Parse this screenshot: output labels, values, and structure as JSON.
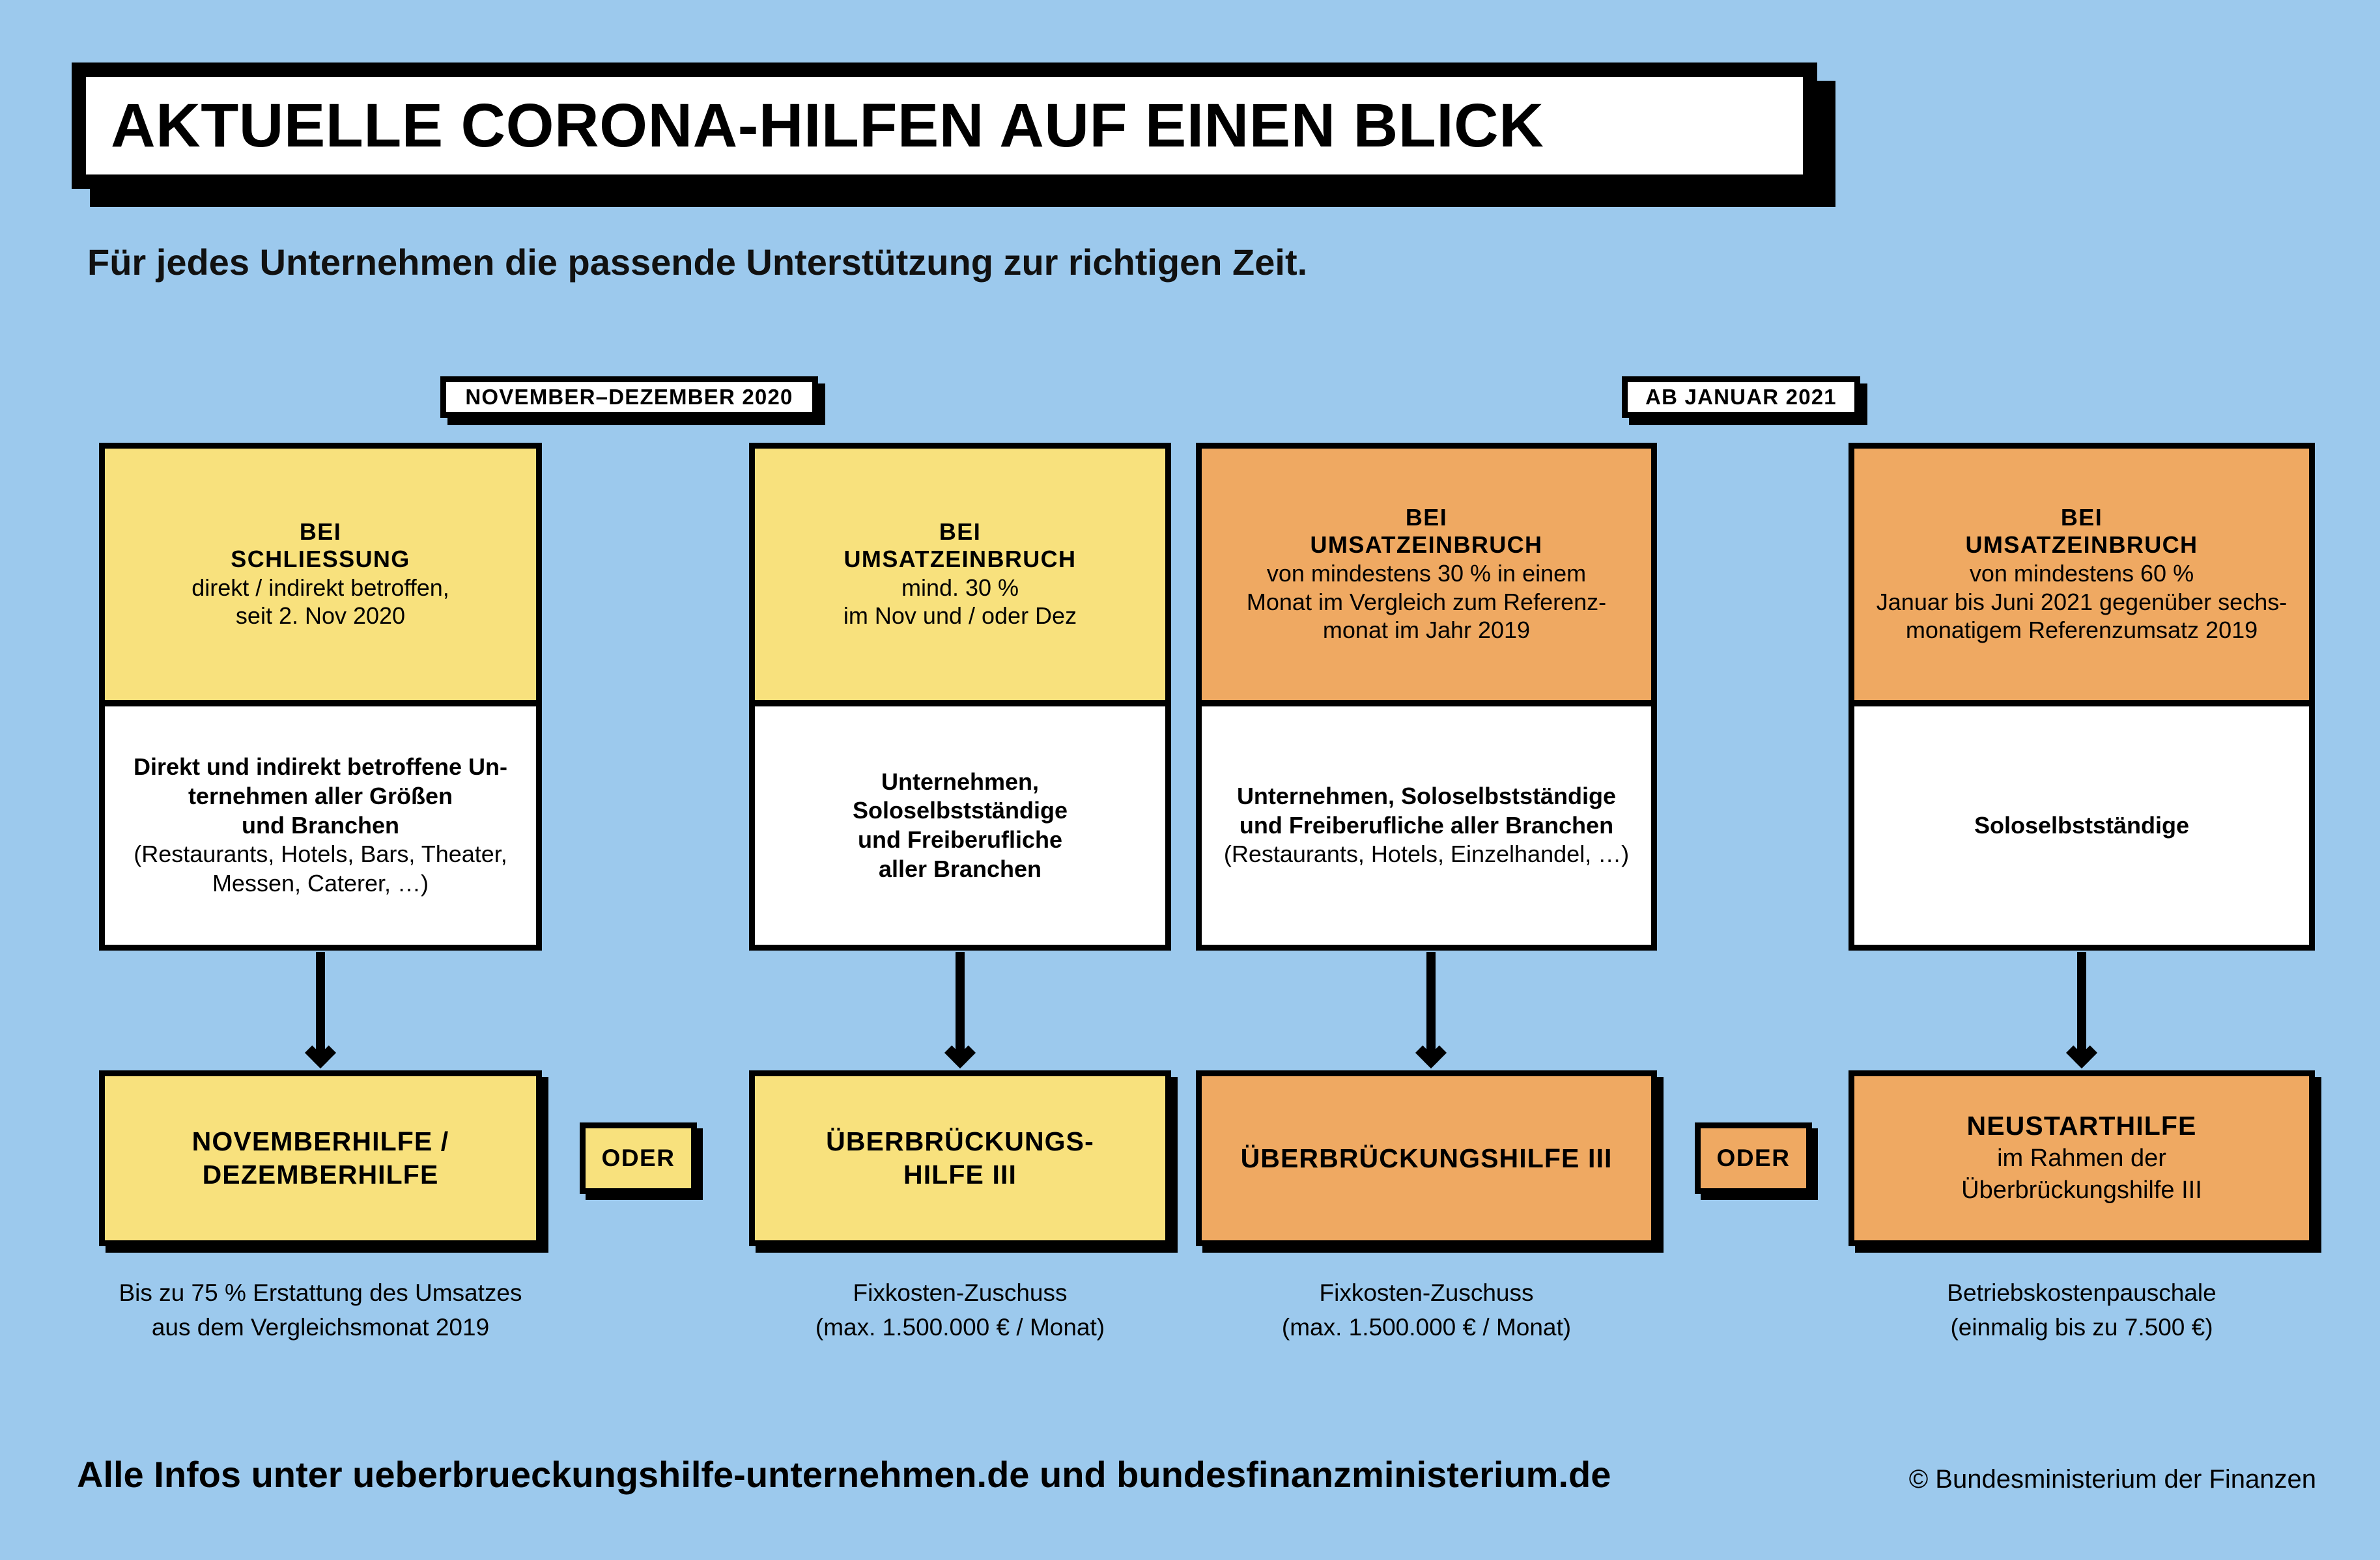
{
  "page": {
    "background_color": "#9cc9ed",
    "title": "AKTUELLE CORONA-HILFEN AUF EINEN BLICK",
    "subtitle": "Für jedes Unternehmen die passende Unterstützung zur richtigen Zeit."
  },
  "colors": {
    "background": "#9cc9ed",
    "yellow": "#f8e17d",
    "orange": "#efa962",
    "white": "#ffffff",
    "black": "#000000"
  },
  "periods": [
    {
      "label": "NOVEMBER–DEZEMBER 2020"
    },
    {
      "label": "AB JANUAR 2021"
    }
  ],
  "columns": [
    {
      "accent": "yellow",
      "head": {
        "line1": "BEI",
        "line2": "SCHLIESSUNG",
        "detail": [
          "direkt / indirekt betroffen,",
          "seit 2. Nov 2020"
        ]
      },
      "body": {
        "bold": [
          "Direkt und indirekt betroffene Un-",
          "ternehmen aller Größen",
          "und Branchen"
        ],
        "regular": [
          "(Restaurants, Hotels, Bars, Theater,",
          "Messen, Caterer, …)"
        ]
      },
      "result": {
        "title": [
          "NOVEMBERHILFE /",
          "DEZEMBERHILFE"
        ],
        "subtitle": []
      },
      "caption": [
        "Bis zu 75 % Erstattung des Umsatzes",
        "aus dem Vergleichsmonat 2019"
      ]
    },
    {
      "accent": "yellow",
      "head": {
        "line1": "BEI",
        "line2": "UMSATZEINBRUCH",
        "detail": [
          "mind. 30 %",
          "im Nov und / oder Dez"
        ]
      },
      "body": {
        "bold": [
          "Unternehmen,",
          "Soloselbstständige",
          "und Freiberufliche",
          "aller Branchen"
        ],
        "regular": []
      },
      "result": {
        "title": [
          "ÜBERBRÜCKUNGS-",
          "HILFE III"
        ],
        "subtitle": []
      },
      "caption": [
        "Fixkosten-Zuschuss",
        "(max. 1.500.000 € / Monat)"
      ]
    },
    {
      "accent": "orange",
      "head": {
        "line1": "BEI",
        "line2": "UMSATZEINBRUCH",
        "detail": [
          "von mindestens 30 % in einem",
          "Monat im Vergleich zum Referenz-",
          "monat im Jahr 2019"
        ]
      },
      "body": {
        "bold": [
          "Unternehmen, Soloselbstständige",
          "und Freiberufliche aller Branchen"
        ],
        "regular": [
          "(Restaurants, Hotels, Einzelhandel, …)"
        ]
      },
      "result": {
        "title": [
          "ÜBERBRÜCKUNGSHILFE III"
        ],
        "subtitle": []
      },
      "caption": [
        "Fixkosten-Zuschuss",
        "(max. 1.500.000 € / Monat)"
      ]
    },
    {
      "accent": "orange",
      "head": {
        "line1": "BEI",
        "line2": "UMSATZEINBRUCH",
        "detail": [
          "von mindestens 60 %",
          "Januar bis Juni 2021 gegenüber sechs-",
          "monatigem Referenzumsatz 2019"
        ]
      },
      "body": {
        "bold": [
          "Soloselbstständige"
        ],
        "regular": []
      },
      "result": {
        "title": [
          "NEUSTARTHILFE"
        ],
        "subtitle": [
          "im Rahmen der",
          "Überbrückungshilfe III"
        ]
      },
      "caption": [
        "Betriebskostenpauschale",
        "(einmalig bis zu 7.500 €)"
      ]
    }
  ],
  "connectors": [
    {
      "label": "ODER"
    },
    {
      "label": "ODER"
    }
  ],
  "footer": {
    "info": "Alle Infos unter ueberbrueckungshilfe-unternehmen.de und bundesfinanzministerium.de",
    "copyright": "© Bundesministerium der Finanzen"
  }
}
